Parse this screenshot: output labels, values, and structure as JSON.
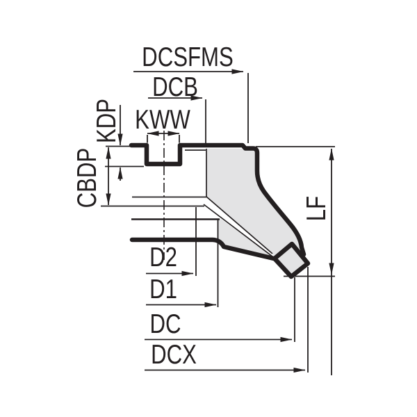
{
  "figure": {
    "description": "Technical cross-section dimension diagram of an indexable face-milling cutter body with insert",
    "colors": {
      "ink": "#231f20",
      "body_fill": "#e3e3e4",
      "background": "#ffffff"
    },
    "labels": {
      "dcsfms": "DCSFMS",
      "dcb": "DCB",
      "kww": "KWW",
      "kdp": "KDP",
      "cbdp": "CBDP",
      "lf": "LF",
      "d2": "D2",
      "d1": "D1",
      "dc": "DC",
      "dcx": "DCX"
    }
  }
}
